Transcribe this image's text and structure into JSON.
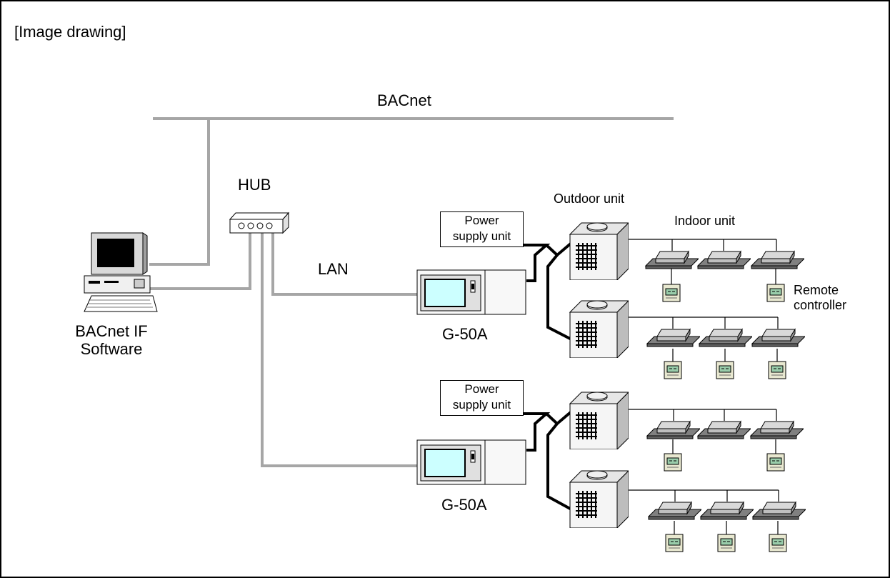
{
  "title": "[Image drawing]",
  "network": {
    "bacnet": "BACnet",
    "hub": "HUB",
    "lan": "LAN"
  },
  "pc": {
    "label_line1": "BACnet IF",
    "label_line2": "Software"
  },
  "systems": [
    {
      "controller": "G-50A",
      "power_line1": "Power",
      "power_line2": "supply unit"
    },
    {
      "controller": "G-50A",
      "power_line1": "Power",
      "power_line2": "supply unit"
    }
  ],
  "units": {
    "outdoor": "Outdoor unit",
    "indoor": "Indoor unit",
    "remote_line1": "Remote",
    "remote_line2": "controller"
  },
  "colors": {
    "line_gray": "#a6a6a6",
    "screen_cyan": "#ccffff",
    "unit_gray": "#c0c0c0"
  }
}
